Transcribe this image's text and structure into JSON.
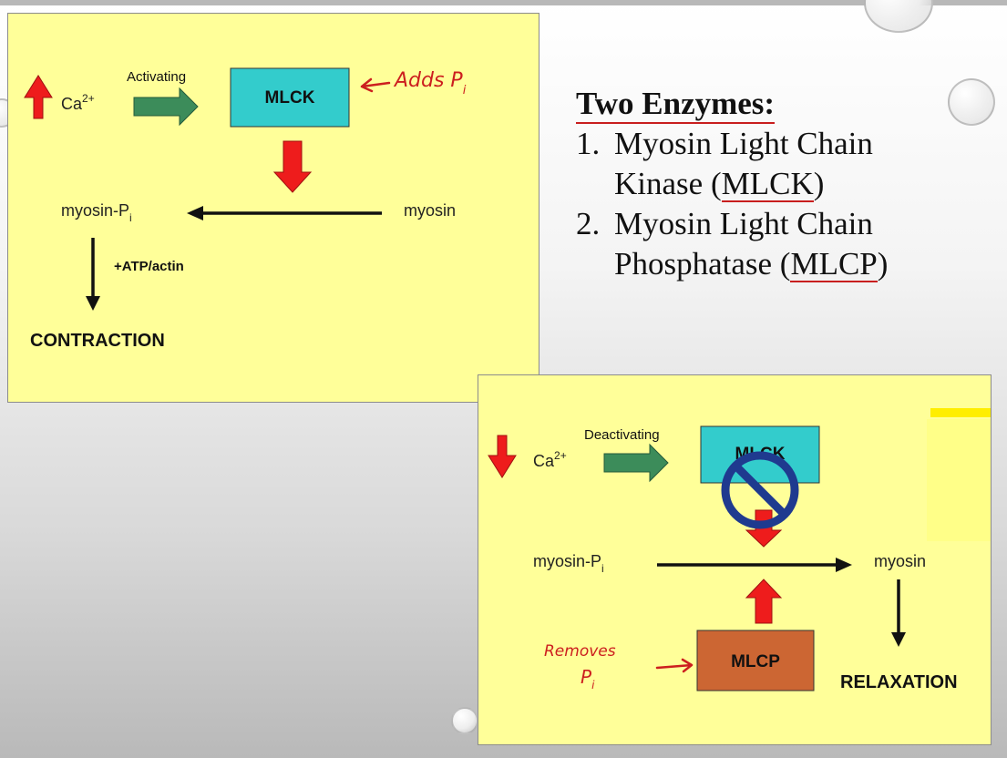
{
  "enzymes": {
    "title": "Two Enzymes:",
    "items": [
      {
        "number": "1.",
        "line1": "Myosin Light Chain",
        "line2_pre": "Kinase (",
        "line2_abbr": "MLCK",
        "line2_post": ")"
      },
      {
        "number": "2.",
        "line1": "Myosin Light Chain",
        "line2_pre": "Phosphatase (",
        "line2_abbr": "MLCP",
        "line2_post": ")"
      }
    ]
  },
  "activation": {
    "ca_label": "Ca",
    "ca_sup": "2+",
    "arrow_label": "Activating",
    "enzyme": "MLCK",
    "handwritten_note": "Adds Pi",
    "left_label": "myosin-P",
    "left_sub": "i",
    "right_label": "myosin",
    "step_label": "+ATP/actin",
    "result": "CONTRACTION"
  },
  "relaxation": {
    "ca_label": "Ca",
    "ca_sup": "2+",
    "arrow_label": "Deactivating",
    "enzyme_blocked": "MLCK",
    "left_label": "myosin-P",
    "left_sub": "i",
    "right_label": "myosin",
    "enzyme": "MLCP",
    "handwritten_note_line1": "Removes",
    "handwritten_note_line2": "Pi",
    "result": "RELAXATION"
  },
  "colors": {
    "panel": "#ffff99",
    "mlck_box": "#33cccc",
    "mlcp_box": "#cc6633",
    "red_arrow": "#ee1c1c",
    "green_arrow": "#3c8c5a",
    "no_symbol": "#1f3a8f",
    "handwriting": "#cc1f1f"
  }
}
